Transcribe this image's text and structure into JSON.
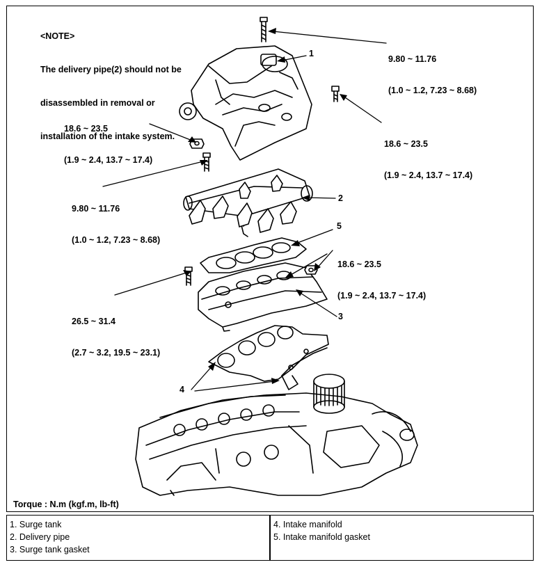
{
  "note": {
    "title": "<NOTE>",
    "lines": [
      "The delivery pipe(2) should not be",
      "disassembled in removal or",
      "installation of the intake system."
    ]
  },
  "torque_specs": {
    "top_bolt": [
      "9.80 ~ 11.76",
      "(1.0 ~ 1.2, 7.23 ~ 8.68)"
    ],
    "upper_left_nut": [
      "18.6 ~ 23.5",
      "(1.9 ~ 2.4, 13.7 ~ 17.4)"
    ],
    "upper_right_bolt": [
      "18.6 ~ 23.5",
      "(1.9 ~ 2.4, 13.7 ~ 17.4)"
    ],
    "delivery_pipe_bolt": [
      "9.80 ~ 11.76",
      "(1.0 ~ 1.2, 7.23 ~ 8.68)"
    ],
    "surge_tank_right_nut": [
      "18.6 ~ 23.5",
      "(1.9 ~ 2.4, 13.7 ~ 17.4)"
    ],
    "surge_tank_left_bolt": [
      "26.5 ~ 31.4",
      "(2.7 ~ 3.2, 19.5 ~ 23.1)"
    ]
  },
  "callouts": {
    "c1": "1",
    "c2": "2",
    "c3": "3",
    "c4": "4",
    "c5": "5"
  },
  "torque_unit_label": "Torque : N.m (kgf.m, lb-ft)",
  "legend": {
    "left": [
      "1. Surge tank",
      "2. Delivery pipe",
      "3. Surge tank gasket"
    ],
    "right": [
      "4. Intake manifold",
      "5. Intake manifold gasket"
    ]
  }
}
